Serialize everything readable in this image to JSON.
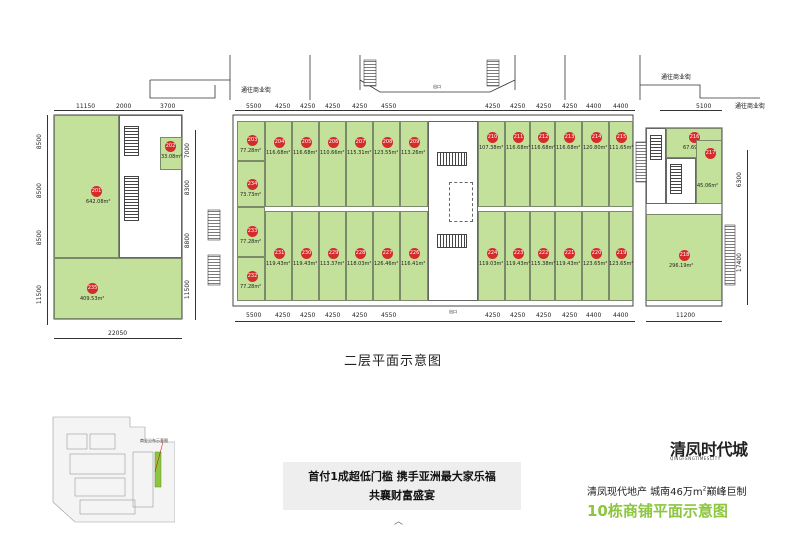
{
  "roads": {
    "top_left": "通往商业街",
    "top_right": "通往商业街",
    "right": "通往商业街",
    "exit_top": "出口",
    "exit_bottom": "出口"
  },
  "dims_top": [
    "11150",
    "2000",
    "3700",
    "5500",
    "4250",
    "4250",
    "4250",
    "4250",
    "4550",
    "4250",
    "4250",
    "4250",
    "4250",
    "4400",
    "4400",
    "5100"
  ],
  "dims_bottom": [
    "5500",
    "4250",
    "4250",
    "4250",
    "4250",
    "4550",
    "4250",
    "4250",
    "4250",
    "4250",
    "4400",
    "4400",
    "11200"
  ],
  "dim_total_bottom": "22050",
  "dims_left": [
    "8500",
    "8500",
    "8500",
    "11500"
  ],
  "dims_mid": [
    "7000",
    "8300",
    "8800",
    "11500"
  ],
  "dims_right": [
    "6300",
    "17400"
  ],
  "units": [
    {
      "id": "201",
      "area": "642.08m²"
    },
    {
      "id": "202",
      "area": "33.08m²"
    },
    {
      "id": "203",
      "area": "77.28m²"
    },
    {
      "id": "204",
      "area": "116.68m²"
    },
    {
      "id": "205",
      "area": "116.68m²"
    },
    {
      "id": "206",
      "area": "110.66m²"
    },
    {
      "id": "207",
      "area": "115.31m²"
    },
    {
      "id": "208",
      "area": "123.55m²"
    },
    {
      "id": "209",
      "area": "113.26m²"
    },
    {
      "id": "210",
      "area": "107.38m²"
    },
    {
      "id": "211",
      "area": "116.68m²"
    },
    {
      "id": "212",
      "area": "116.68m²"
    },
    {
      "id": "213",
      "area": "116.68m²"
    },
    {
      "id": "214",
      "area": "120.80m²"
    },
    {
      "id": "215",
      "area": "111.65m²"
    },
    {
      "id": "216",
      "area": "67.69m²"
    },
    {
      "id": "217",
      "area": "45.06m²"
    },
    {
      "id": "218",
      "area": "296.19m²"
    },
    {
      "id": "219",
      "area": "123.65m²"
    },
    {
      "id": "220",
      "area": "123.65m²"
    },
    {
      "id": "221",
      "area": "119.43m²"
    },
    {
      "id": "222",
      "area": "115.38m²"
    },
    {
      "id": "223",
      "area": "119.43m²"
    },
    {
      "id": "224",
      "area": "119.03m²"
    },
    {
      "id": "226",
      "area": "116.41m²"
    },
    {
      "id": "227",
      "area": "126.46m²"
    },
    {
      "id": "228",
      "area": "118.03m²"
    },
    {
      "id": "229",
      "area": "113.37m²"
    },
    {
      "id": "230",
      "area": "119.43m²"
    },
    {
      "id": "231",
      "area": "119.43m²"
    },
    {
      "id": "232",
      "area": "77.28m²"
    },
    {
      "id": "233",
      "area": "77.28m²"
    },
    {
      "id": "234",
      "area": "73.73m²"
    },
    {
      "id": "235",
      "area": "409.53m²"
    }
  ],
  "plan_title": "二层平面示意图",
  "site_map_label": "商业分布示意图",
  "brand": {
    "logo_text": "清凤时代城",
    "logo_sub": "QINGFENGTIMESCITY",
    "developer_line_pre": "清凤现代地产  城南46万m",
    "developer_line_sup": "2",
    "developer_line_post": "巅峰巨制",
    "main_title": "10栋商铺平面示意图"
  },
  "banner": {
    "line1": "首付1成超低门槛  携手亚洲最大家乐福",
    "line2": "共襄财富盛宴"
  },
  "colors": {
    "unit_fill": "#c3e19a",
    "badge": "#d52b2b",
    "title_green": "#8cc63f",
    "banner_bg": "#eeeeee"
  }
}
